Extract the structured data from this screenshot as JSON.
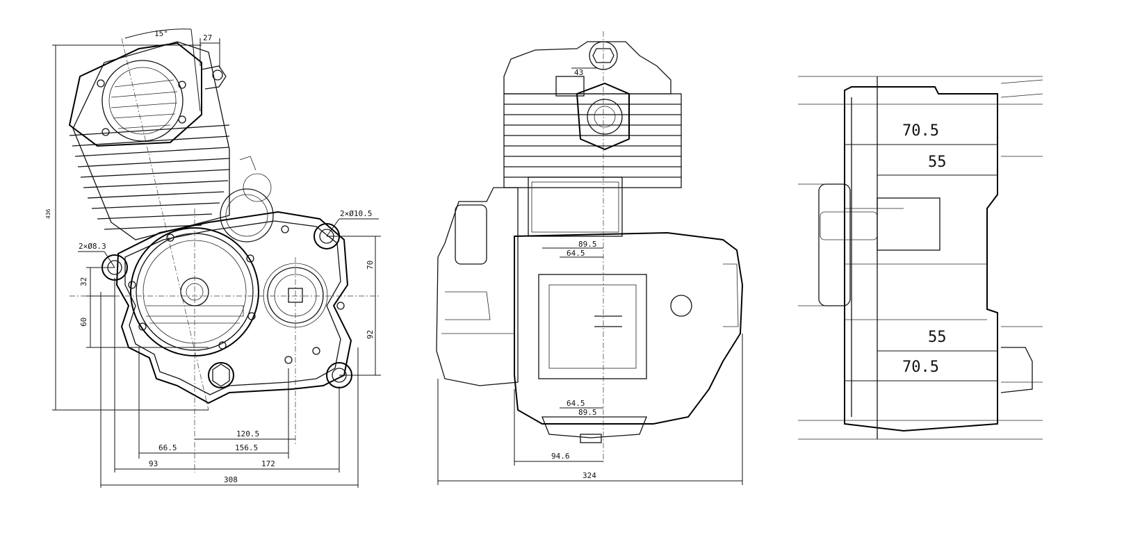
{
  "left_view": {
    "angle": "15°",
    "d_27": "27",
    "d_436": "436",
    "hole_b": "2×Ø10.5",
    "hole_a": "2×Ø8.3",
    "d_32": "32",
    "d_60": "60",
    "d_70": "70",
    "d_92": "92",
    "d_120_5": "120.5",
    "d_66_5": "66.5",
    "d_156_5": "156.5",
    "d_93": "93",
    "d_172": "172",
    "d_308": "308"
  },
  "middle_view": {
    "d_43": "43",
    "d_89_5_top": "89.5",
    "d_64_5_top": "64.5",
    "d_64_5_bottom": "64.5",
    "d_89_5_bottom": "89.5",
    "d_94_6": "94.6",
    "d_324": "324"
  },
  "right_view": {
    "d_70_5_top": "70.5",
    "d_55_top": "55",
    "d_55_bottom": "55",
    "d_70_5_bottom": "70.5"
  }
}
